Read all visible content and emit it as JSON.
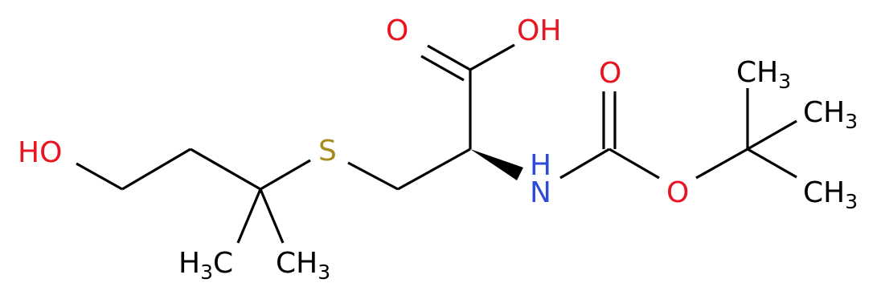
{
  "colors": {
    "oxygen": "#e8141f",
    "nitrogen": "#2d4bd6",
    "sulfur": "#a88b1f",
    "carbon": "#000000",
    "background": "#ffffff"
  },
  "atoms": {
    "ho_left": "HO",
    "sulfur": "S",
    "ch3_bottom_left": {
      "main": "H",
      "sub": "3",
      "tail": "C"
    },
    "ch3_bottom_right": {
      "main": "CH",
      "sub": "3"
    },
    "carbonyl_o_acid": "O",
    "acid_oh": "OH",
    "nh_h": "H",
    "nh_n": "N",
    "carbonyl_o_boc": "O",
    "ester_o": "O",
    "ch3_top": {
      "main": "CH",
      "sub": "3"
    },
    "ch3_mid": {
      "main": "CH",
      "sub": "3"
    },
    "ch3_low": {
      "main": "CH",
      "sub": "3"
    }
  }
}
